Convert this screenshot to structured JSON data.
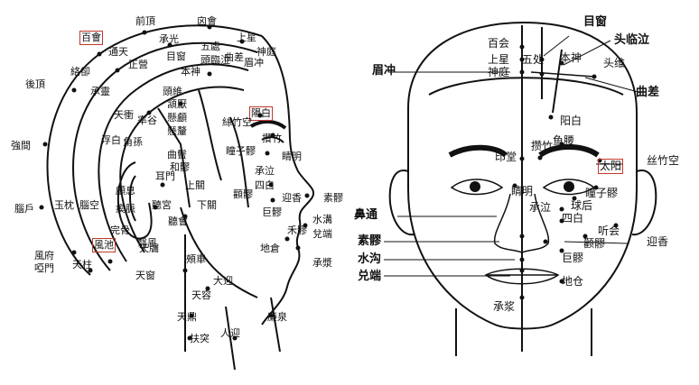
{
  "side_view": {
    "labels": {
      "baihui": "百會",
      "qianding": "前頂",
      "xinhui": "囟會",
      "shangxing": "上星",
      "chengguang": "承光",
      "tongtian": "通天",
      "wuchu": "五處",
      "qucha": "曲差",
      "shenting": "神庭",
      "meichong": "眉冲",
      "muchuang": "目窗",
      "toulinqi": "頭臨泣",
      "benshen": "本神",
      "luoque": "絡卻",
      "houding": "後頂",
      "naokong_upper": "腦空",
      "qiangjian": "強間",
      "naohu": "腦戶",
      "yuzhen": "玉枕",
      "fengfu": "風府",
      "yamen": "啞門",
      "fengchi": "風池",
      "tianzhu": "天柱",
      "chengling": "承靈",
      "zhengying": "正營",
      "toutouwei": "頭維",
      "hanyan": "頷厭",
      "xuanlu": "懸顱",
      "xuanli": "懸釐",
      "qubin": "曲鬢",
      "shuaigu": "率谷",
      "tianchong": "天衝",
      "fubai": "浮白",
      "jiaosun": "角孫",
      "luxi": "顱息",
      "qimai": "瘈脈",
      "ermen": "耳門",
      "heliao": "和髎",
      "tinggong": "聽宮",
      "tinghui": "聽會",
      "yifeng": "翳風",
      "wangu": "完骨",
      "xiaguan": "下關",
      "shangguan": "上關",
      "yangbai": "陽白",
      "zanzhu": "攢竹",
      "sizhukong": "絲竹空",
      "tongziliao": "瞳子髎",
      "jingming": "睛明",
      "chengqi": "承泣",
      "sibai": "四白",
      "juliao": "巨髎",
      "quanliao": "顴髎",
      "yingxiang": "迎香",
      "heliao_nose": "禾髎",
      "suliao": "素髎",
      "shuigou": "水溝",
      "duiduan": "兌端",
      "dicang": "地倉",
      "jiache": "頰車",
      "daying": "大迎",
      "tianrong": "天容",
      "tianchuang": "天窗",
      "tianding": "天鼎",
      "futu": "扶突",
      "renying": "人迎",
      "lianquan": "廉泉",
      "chengjiang": "承漿",
      "tianyou": "天牖"
    }
  },
  "front_view": {
    "labels": {
      "muchuang": "目窗",
      "baihui": "百会",
      "toulinqi": "头临泣",
      "shangxing": "上星",
      "wuchu": "五处",
      "benshen": "本神",
      "touwei": "头维",
      "meichong": "眉冲",
      "shenting": "神庭",
      "qucha": "曲差",
      "yangbai": "阳白",
      "yuyao": "鱼腰",
      "yintang": "印堂",
      "zanzhu": "攒竹",
      "taiyang": "太阳",
      "sizhukong": "丝竹空",
      "jingming": "睛明",
      "tongziliao": "瞳子髎",
      "biton": "鼻通",
      "chengqi": "承泣",
      "qiuhou": "球后",
      "sibai": "四白",
      "tinghui": "听会",
      "suliao": "素髎",
      "yingxiang": "迎香",
      "quanliao": "颧髎",
      "shuigou": "水沟",
      "juliao": "巨髎",
      "duiduan": "兑端",
      "dicang": "地仓",
      "chengjiang": "承浆"
    }
  }
}
